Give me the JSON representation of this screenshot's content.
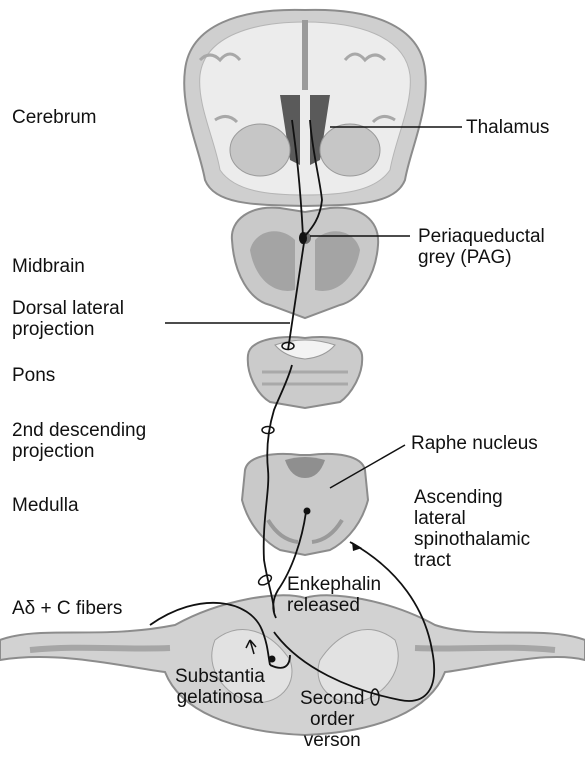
{
  "labels": {
    "cerebrum": "Cerebrum",
    "thalamus": "Thalamus",
    "periaqueductal": "Periaqueductal\ngrey (PAG)",
    "midbrain": "Midbrain",
    "dorsal_lateral": "Dorsal lateral\nprojection",
    "pons": "Pons",
    "second_descending": "2nd descending\nprojection",
    "raphe": "Raphe nucleus",
    "medulla": "Medulla",
    "ascending": "Ascending\nlateral\nspinothalamic\ntract",
    "enkephalin": "Enkephalin\nreleased",
    "fibers": "Aδ + C fibers",
    "substantia": "Substantia\ngelatinosa",
    "second_order": "Second\norder\nverson"
  },
  "colors": {
    "tissue": "#c9c9c9",
    "tissue_dark": "#9a9a9a",
    "white_matter": "#e6e6e6",
    "line": "#111111"
  }
}
